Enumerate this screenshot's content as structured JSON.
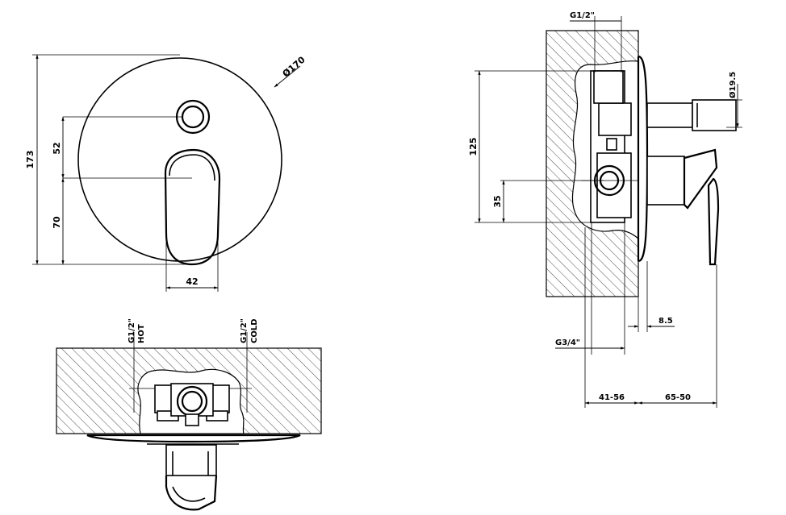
{
  "front_view": {
    "dim_diameter": "Ø170",
    "dim_height": "173",
    "dim_upper": "52",
    "dim_lower": "70",
    "dim_width": "42"
  },
  "top_view": {
    "hot_size": "G1/2\"",
    "hot_label": "HOT",
    "cold_size": "G1/2\"",
    "cold_label": "COLD"
  },
  "side_view": {
    "top_thread": "G1/2\"",
    "dim_diameter": "Ø19.5",
    "dim_height": "125",
    "dim_center": "35",
    "dim_plate": "8.5",
    "bottom_thread": "G3/4\"",
    "dim_depth_left": "41-56",
    "dim_depth_right": "65-50"
  }
}
